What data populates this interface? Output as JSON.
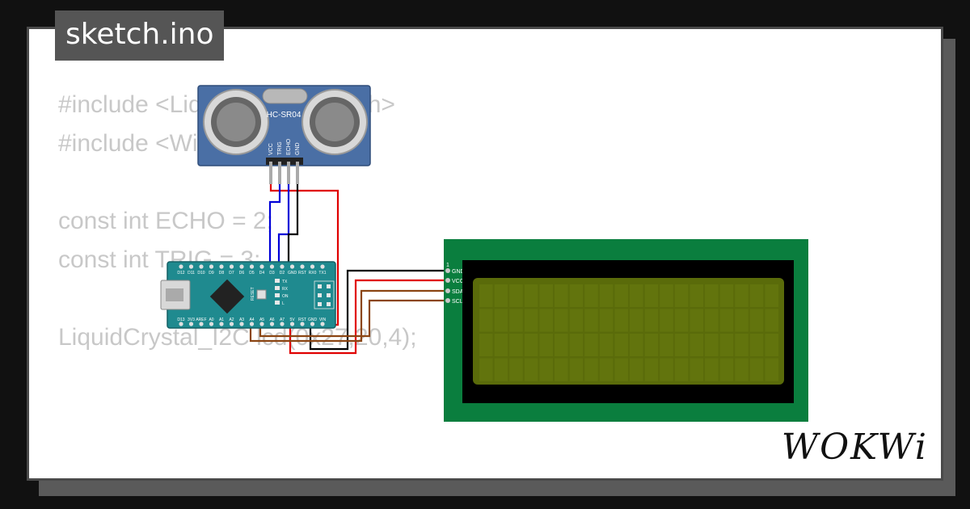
{
  "filename": "sketch.ino",
  "code_lines": [
    "#include <LiquidCrystal_I2C.h>",
    "#include <Wire.h>",
    "",
    "const int ECHO = 2;",
    "const int TRIG = 3;",
    "",
    "LiquidCrystal_I2C lcd(0x27,20,4);"
  ],
  "sensor": {
    "label": "HC-SR04",
    "pins": [
      "VCC",
      "TRIG",
      "ECHO",
      "GND"
    ]
  },
  "arduino": {
    "top_pins": [
      "D12",
      "D11",
      "D10",
      "D9",
      "D8",
      "D7",
      "D6",
      "D5",
      "D4",
      "D3",
      "D2",
      "GND",
      "RST",
      "RX0",
      "TX1"
    ],
    "bottom_pins": [
      "D13",
      "3V3",
      "AREF",
      "A0",
      "A1",
      "A2",
      "A3",
      "A4",
      "A5",
      "A6",
      "A7",
      "5V",
      "RST",
      "GND",
      "VIN"
    ],
    "reset_label": "RESET",
    "led_labels": [
      "TX",
      "RX",
      "ON",
      "L"
    ]
  },
  "lcd": {
    "pin1_label": "1",
    "pins": [
      "GND",
      "VCC",
      "SDA",
      "SCL"
    ]
  },
  "logo_text": "WOKWi",
  "colors": {
    "background": "#111111",
    "card": "#ffffff",
    "code_text": "#c8c8c8",
    "sensor_board": "#4a6fa5",
    "arduino_board": "#1f8a8f",
    "lcd_pcb": "#0a7e3e",
    "lcd_screen": "#5a6b0a",
    "wire_red": "#e00000",
    "wire_blue": "#0000d8",
    "wire_black": "#000000",
    "wire_brown": "#8b4513"
  }
}
